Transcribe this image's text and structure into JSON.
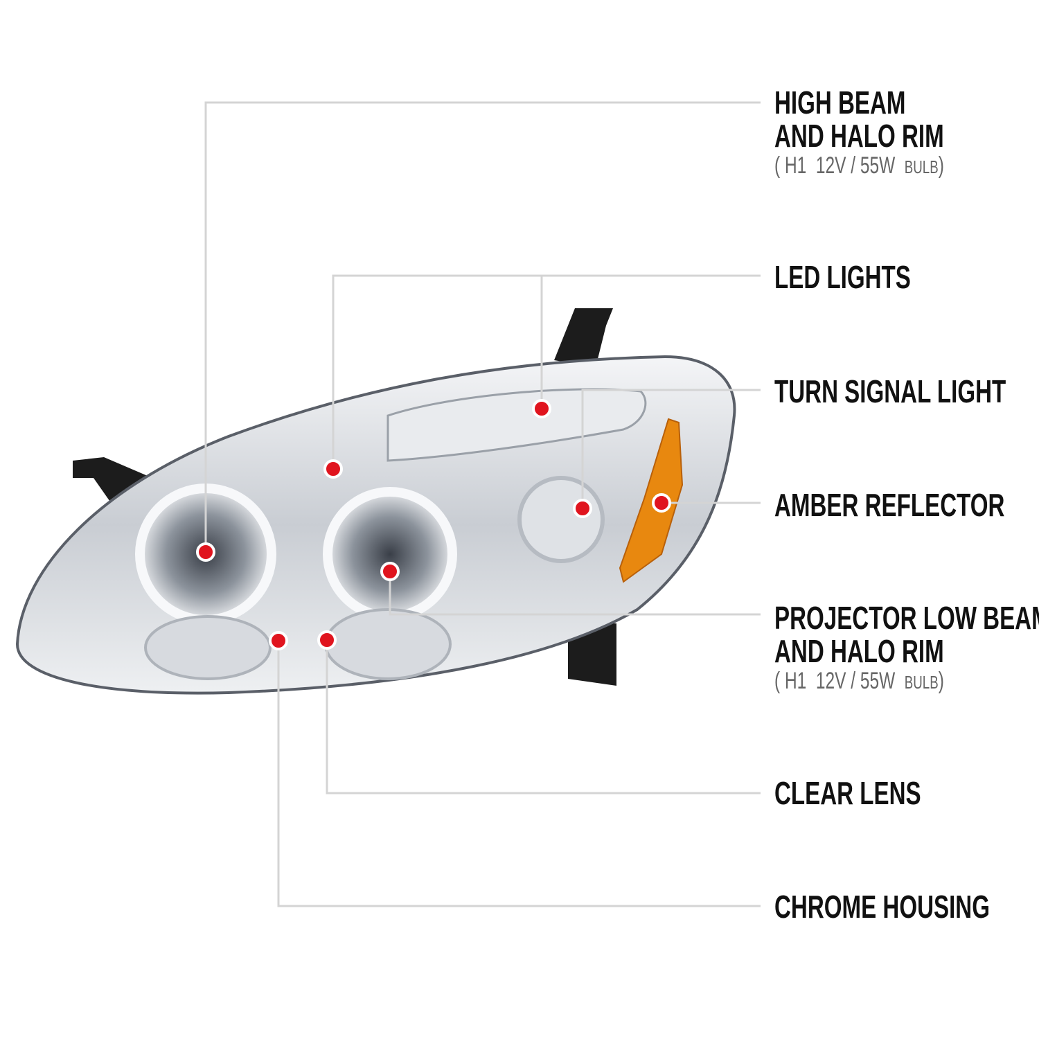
{
  "callouts": [
    {
      "id": "high-beam",
      "lines": [
        "HIGH BEAM",
        "AND HALO RIM"
      ],
      "spec": {
        "open": "(",
        "bulb_type": "H1",
        "rating": "12V / 55W",
        "word": "BULB",
        "close": ")"
      }
    },
    {
      "id": "led-lights",
      "lines": [
        "LED LIGHTS"
      ]
    },
    {
      "id": "turn-signal",
      "lines": [
        "TURN SIGNAL LIGHT"
      ]
    },
    {
      "id": "amber-reflector",
      "lines": [
        "AMBER REFLECTOR"
      ]
    },
    {
      "id": "projector-low-beam",
      "lines": [
        "PROJECTOR LOW BEAM",
        "AND HALO RIM"
      ],
      "spec": {
        "open": "(",
        "bulb_type": "H1",
        "rating": "12V / 55W",
        "word": "BULB",
        "close": ")"
      }
    },
    {
      "id": "clear-lens",
      "lines": [
        "CLEAR LENS"
      ]
    },
    {
      "id": "chrome-housing",
      "lines": [
        "CHROME HOUSING"
      ]
    }
  ],
  "colors": {
    "marker": "#e0141e",
    "leader_line": "#d4d4d4",
    "amber": "#e8880f",
    "text": "#111111",
    "spec_text": "#666666"
  }
}
